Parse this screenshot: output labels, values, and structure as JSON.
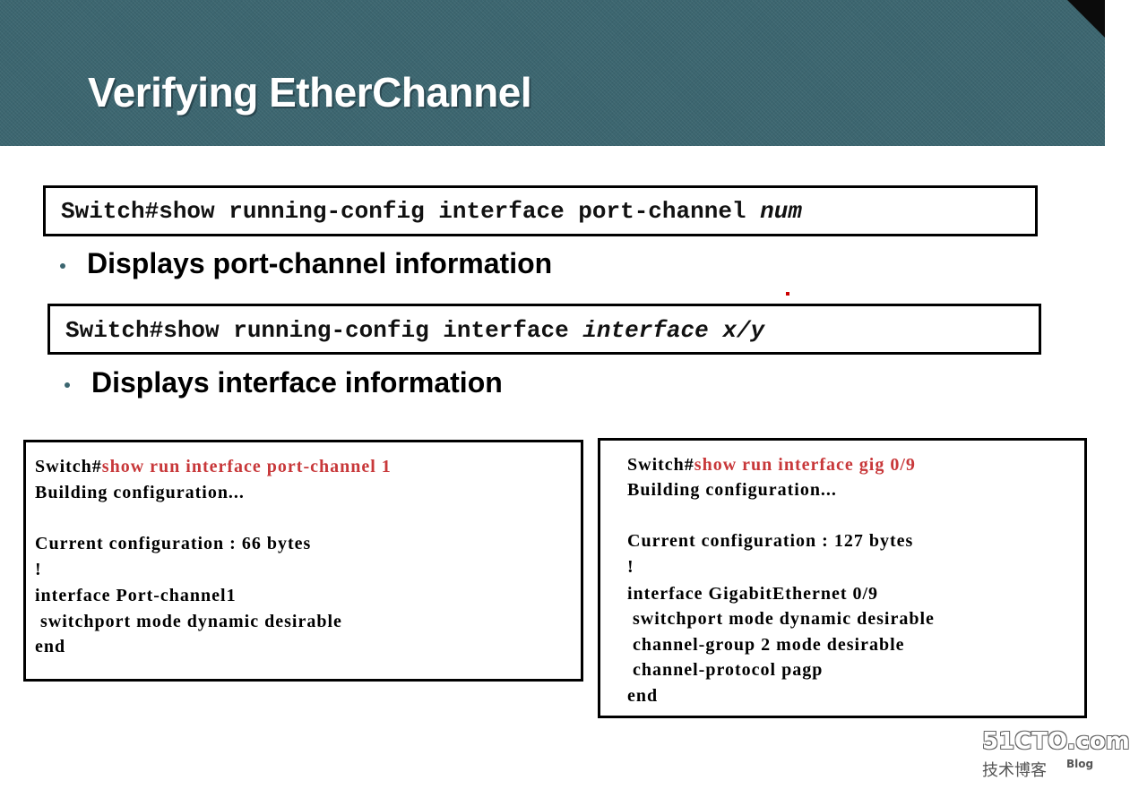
{
  "slide": {
    "title": "Verifying EtherChannel"
  },
  "command1": {
    "text": "Switch#show running-config interface port-channel ",
    "arg": "num",
    "description": "Displays port-channel information"
  },
  "command2": {
    "text": "Switch#show running-config interface ",
    "arg": "interface x/y",
    "description": "Displays interface information"
  },
  "output_left": {
    "prompt": "Switch#",
    "command": "show run interface port-channel 1",
    "lines": [
      "Building configuration...",
      "",
      "Current configuration : 66 bytes",
      "!",
      "interface Port-channel1",
      " switchport mode dynamic desirable",
      "end"
    ]
  },
  "output_right": {
    "prompt": "Switch#",
    "command": "show run interface gig 0/9",
    "lines": [
      "Building configuration...",
      "",
      "Current configuration : 127 bytes",
      "!",
      "interface GigabitEthernet 0/9",
      " switchport mode dynamic desirable",
      " channel-group 2 mode desirable",
      " channel-protocol pagp",
      "end"
    ]
  },
  "watermark": {
    "site": "51CTO.com",
    "tagline": "技术博客",
    "blog": "Blog"
  },
  "colors": {
    "header_bg": "#3c6670",
    "command_highlight": "#c8383a"
  }
}
